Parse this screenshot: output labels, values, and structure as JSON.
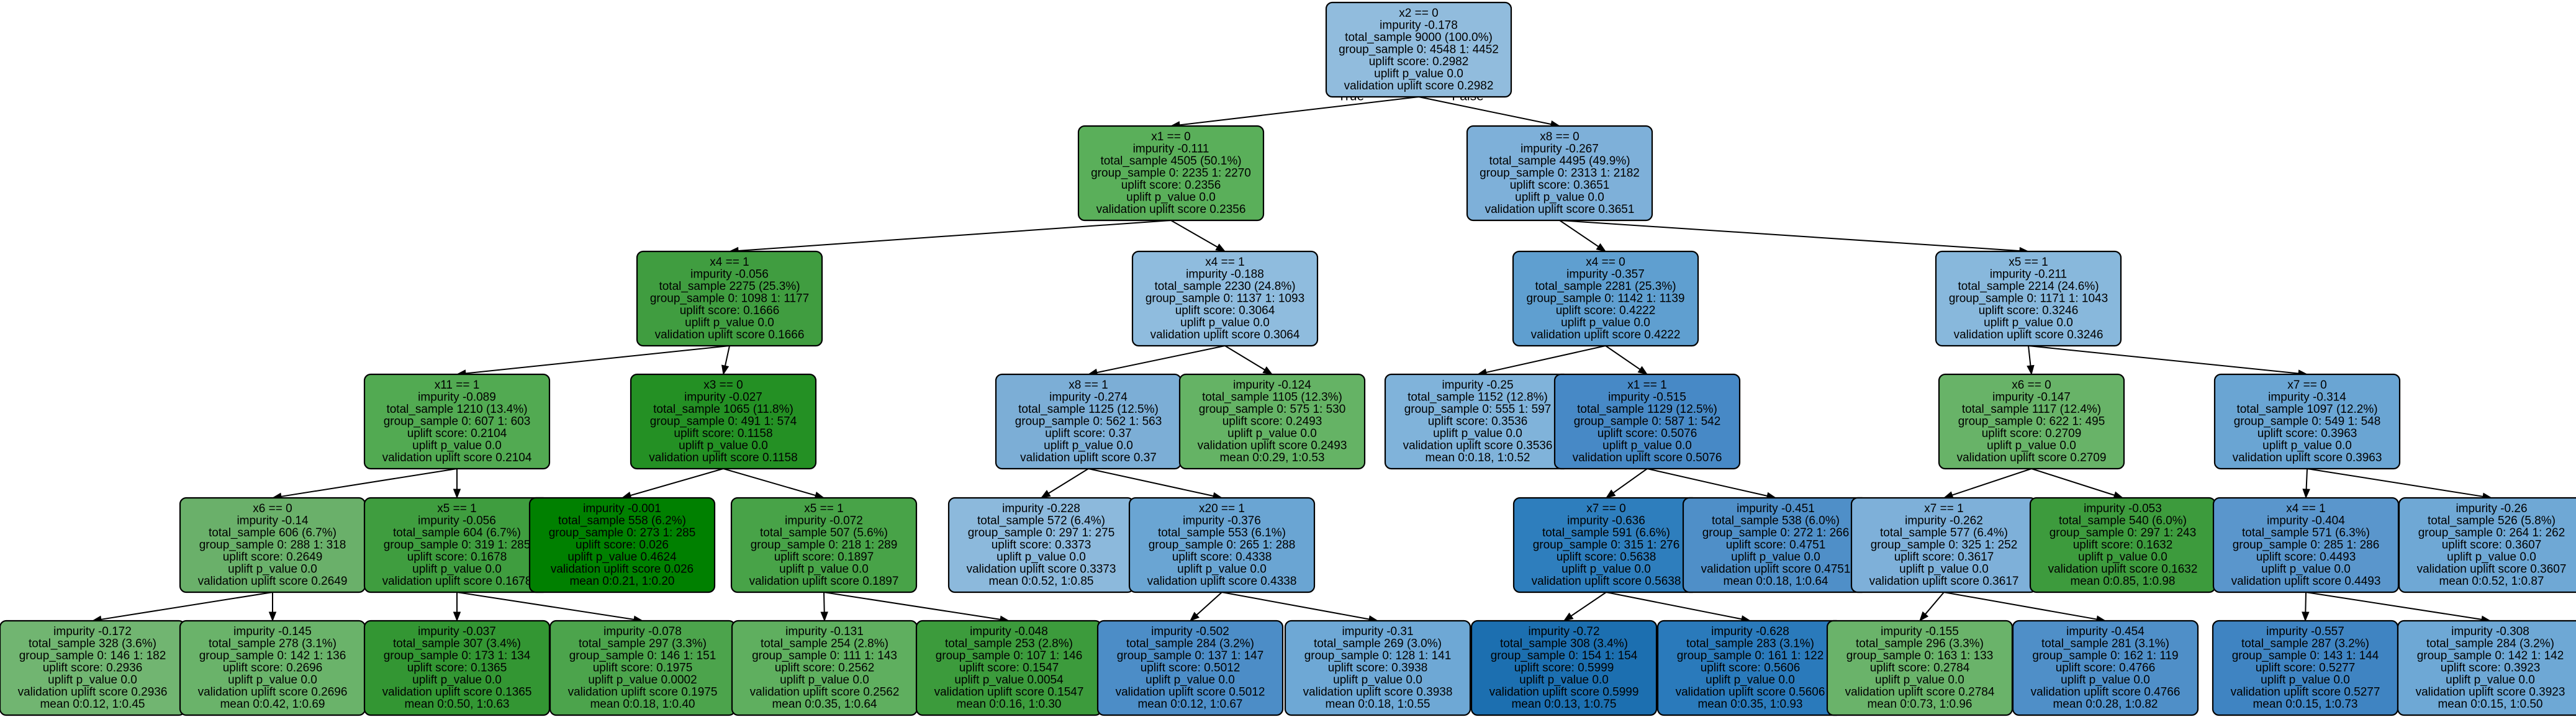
{
  "diagram": {
    "type": "uplift-decision-tree",
    "nodes": [
      {
        "id": "n0",
        "color": "#91bcdd",
        "lines": [
          "x2 == 0",
          "impurity -0.178",
          "total_sample 9000 (100.0%)",
          "group_sample  0: 4548 1: 4452",
          "uplift score: 0.2982",
          "uplift p_value 0.0",
          "validation uplift score 0.2982"
        ]
      },
      {
        "id": "n1",
        "color": "#5aaf5a",
        "lines": [
          "x1 == 0",
          "impurity -0.111",
          "total_sample 4505 (50.1%)",
          "group_sample  0: 2235 1: 2270",
          "uplift score: 0.2356",
          "uplift p_value 0.0",
          "validation uplift score 0.2356"
        ]
      },
      {
        "id": "n2",
        "color": "#7eb0d9",
        "lines": [
          "x8 == 0",
          "impurity -0.267",
          "total_sample 4495 (49.9%)",
          "group_sample  0: 2313 1: 2182",
          "uplift score: 0.3651",
          "uplift p_value 0.0",
          "validation uplift score 0.3651"
        ]
      },
      {
        "id": "n3",
        "color": "#409d40",
        "lines": [
          "x4 == 1",
          "impurity -0.056",
          "total_sample 2275 (25.3%)",
          "group_sample  0: 1098 1: 1177",
          "uplift score: 0.1666",
          "uplift p_value 0.0",
          "validation uplift score 0.1666"
        ]
      },
      {
        "id": "n4",
        "color": "#8fbcde",
        "lines": [
          "x4 == 1",
          "impurity -0.188",
          "total_sample 2230 (24.8%)",
          "group_sample  0: 1137 1: 1093",
          "uplift score: 0.3064",
          "uplift p_value 0.0",
          "validation uplift score 0.3064"
        ]
      },
      {
        "id": "n5",
        "color": "#5f9fd0",
        "lines": [
          "x4 == 0",
          "impurity -0.357",
          "total_sample 2281 (25.3%)",
          "group_sample  0: 1142 1: 1139",
          "uplift score: 0.4222",
          "uplift p_value 0.0",
          "validation uplift score 0.4222"
        ]
      },
      {
        "id": "n6",
        "color": "#88b8dc",
        "lines": [
          "x5 == 1",
          "impurity -0.211",
          "total_sample 2214 (24.6%)",
          "group_sample  0: 1171 1: 1043",
          "uplift score: 0.3246",
          "uplift p_value 0.0",
          "validation uplift score 0.3246"
        ]
      },
      {
        "id": "n7",
        "color": "#52aa52",
        "lines": [
          "x11 == 1",
          "impurity -0.089",
          "total_sample 1210 (13.4%)",
          "group_sample  0: 607 1: 603",
          "uplift score: 0.2104",
          "uplift p_value 0.0",
          "validation uplift score 0.2104"
        ]
      },
      {
        "id": "n8",
        "color": "#249024",
        "lines": [
          "x3 == 0",
          "impurity -0.027",
          "total_sample 1065 (11.8%)",
          "group_sample  0: 491 1: 574",
          "uplift score: 0.1158",
          "uplift p_value 0.0",
          "validation uplift score 0.1158"
        ]
      },
      {
        "id": "n9",
        "color": "#7caed6",
        "lines": [
          "x8 == 1",
          "impurity -0.274",
          "total_sample 1125 (12.5%)",
          "group_sample  0: 562 1: 563",
          "uplift score: 0.37",
          "uplift p_value 0.0",
          "validation uplift score 0.37"
        ]
      },
      {
        "id": "n10",
        "color": "#65b365",
        "lines": [
          "impurity -0.124",
          "total_sample 1105 (12.3%)",
          "group_sample  0: 575 1: 530",
          "uplift score: 0.2493",
          "uplift p_value 0.0",
          "validation uplift score 0.2493",
          "mean 0:0.29, 1:0.53"
        ]
      },
      {
        "id": "n11",
        "color": "#80b3da",
        "lines": [
          "impurity -0.25",
          "total_sample 1152 (12.8%)",
          "group_sample  0: 555 1: 597",
          "uplift score: 0.3536",
          "uplift p_value 0.0",
          "validation uplift score 0.3536",
          "mean 0:0.18, 1:0.52"
        ]
      },
      {
        "id": "n12",
        "color": "#4789c6",
        "lines": [
          "x1 == 1",
          "impurity -0.515",
          "total_sample 1129 (12.5%)",
          "group_sample  0: 587 1: 542",
          "uplift score: 0.5076",
          "uplift p_value 0.0",
          "validation uplift score 0.5076"
        ]
      },
      {
        "id": "n13",
        "color": "#68b368",
        "lines": [
          "x6 == 0",
          "impurity -0.147",
          "total_sample 1117 (12.4%)",
          "group_sample  0: 622 1: 495",
          "uplift score: 0.2709",
          "uplift p_value 0.0",
          "validation uplift score 0.2709"
        ]
      },
      {
        "id": "n14",
        "color": "#6aa5d3",
        "lines": [
          "x7 == 0",
          "impurity -0.314",
          "total_sample 1097 (12.2%)",
          "group_sample  0: 549 1: 548",
          "uplift score: 0.3963",
          "uplift p_value 0.0",
          "validation uplift score 0.3963"
        ]
      },
      {
        "id": "n15",
        "color": "#6ab06a",
        "lines": [
          "x6 == 0",
          "impurity -0.14",
          "total_sample 606 (6.7%)",
          "group_sample  0: 288 1: 318",
          "uplift score: 0.2649",
          "uplift p_value 0.0",
          "validation uplift score 0.2649"
        ]
      },
      {
        "id": "n16",
        "color": "#3f9d3f",
        "lines": [
          "x5 == 1",
          "impurity -0.056",
          "total_sample 604 (6.7%)",
          "group_sample  0: 319 1: 285",
          "uplift score: 0.1678",
          "uplift p_value 0.0",
          "validation uplift score 0.1678"
        ]
      },
      {
        "id": "n17",
        "color": "#008000",
        "lines": [
          "impurity -0.001",
          "total_sample 558 (6.2%)",
          "group_sample  0: 273 1: 285",
          "uplift score: 0.026",
          "uplift p_value 0.4624",
          "validation uplift score 0.026",
          "mean 0:0.21, 1:0.20"
        ]
      },
      {
        "id": "n18",
        "color": "#48a348",
        "lines": [
          "x5 == 1",
          "impurity -0.072",
          "total_sample 507 (5.6%)",
          "group_sample  0: 218 1: 289",
          "uplift score: 0.1897",
          "uplift p_value 0.0",
          "validation uplift score 0.1897"
        ]
      },
      {
        "id": "n19",
        "color": "#8cb9dc",
        "lines": [
          "impurity -0.228",
          "total_sample 572 (6.4%)",
          "group_sample  0: 297 1: 275",
          "uplift score: 0.3373",
          "uplift p_value 0.0",
          "validation uplift score 0.3373",
          "mean 0:0.52, 1:0.85"
        ]
      },
      {
        "id": "n20",
        "color": "#6aa5d3",
        "lines": [
          "x20 == 1",
          "impurity -0.376",
          "total_sample 553 (6.1%)",
          "group_sample  0: 265 1: 288",
          "uplift score: 0.4338",
          "uplift p_value 0.0",
          "validation uplift score 0.4338"
        ]
      },
      {
        "id": "n21",
        "color": "#2e7ebd",
        "lines": [
          "x7 == 0",
          "impurity -0.636",
          "total_sample 591 (6.6%)",
          "group_sample  0: 315 1: 276",
          "uplift score: 0.5638",
          "uplift p_value 0.0",
          "validation uplift score 0.5638"
        ]
      },
      {
        "id": "n22",
        "color": "#4f8fc8",
        "lines": [
          "impurity -0.451",
          "total_sample 538 (6.0%)",
          "group_sample  0: 272 1: 266",
          "uplift score: 0.4751",
          "uplift p_value 0.0",
          "validation uplift score 0.4751",
          "mean 0:0.18, 1:0.64"
        ]
      },
      {
        "id": "n23",
        "color": "#7eb0d9",
        "lines": [
          "x7 == 1",
          "impurity -0.262",
          "total_sample 577 (6.4%)",
          "group_sample  0: 325 1: 252",
          "uplift score: 0.3617",
          "uplift p_value 0.0",
          "validation uplift score 0.3617"
        ]
      },
      {
        "id": "n24",
        "color": "#3d9b3d",
        "lines": [
          "impurity -0.053",
          "total_sample 540 (6.0%)",
          "group_sample  0: 297 1: 243",
          "uplift score: 0.1632",
          "uplift p_value 0.0",
          "validation uplift score 0.1632",
          "mean 0:0.85, 1:0.98"
        ]
      },
      {
        "id": "n25",
        "color": "#5a96cc",
        "lines": [
          "x4 == 1",
          "impurity -0.404",
          "total_sample 571 (6.3%)",
          "group_sample  0: 285 1: 286",
          "uplift score: 0.4493",
          "uplift p_value 0.0",
          "validation uplift score 0.4493"
        ]
      },
      {
        "id": "n26",
        "color": "#6fa8d5",
        "lines": [
          "impurity -0.26",
          "total_sample 526 (5.8%)",
          "group_sample  0: 264 1: 262",
          "uplift score: 0.3607",
          "uplift p_value 0.0",
          "validation uplift score 0.3607",
          "mean 0:0.52, 1:0.87"
        ]
      },
      {
        "id": "n27",
        "color": "#71b571",
        "lines": [
          "impurity -0.172",
          "total_sample 328 (3.6%)",
          "group_sample  0: 146 1: 182",
          "uplift score: 0.2936",
          "uplift p_value 0.0",
          "validation uplift score 0.2936",
          "mean 0:0.12, 1:0.45"
        ]
      },
      {
        "id": "n28",
        "color": "#6ab36a",
        "lines": [
          "impurity -0.145",
          "total_sample 278 (3.1%)",
          "group_sample  0: 142 1: 136",
          "uplift score: 0.2696",
          "uplift p_value 0.0",
          "validation uplift score 0.2696",
          "mean 0:0.42, 1:0.69"
        ]
      },
      {
        "id": "n29",
        "color": "#339633",
        "lines": [
          "impurity -0.037",
          "total_sample 307 (3.4%)",
          "group_sample  0: 173 1: 134",
          "uplift score: 0.1365",
          "uplift p_value 0.0",
          "validation uplift score 0.1365",
          "mean 0:0.50, 1:0.63"
        ]
      },
      {
        "id": "n30",
        "color": "#4ca44c",
        "lines": [
          "impurity -0.078",
          "total_sample 297 (3.3%)",
          "group_sample  0: 146 1: 151",
          "uplift score: 0.1975",
          "uplift p_value 0.0002",
          "validation uplift score 0.1975",
          "mean 0:0.18, 1:0.40"
        ]
      },
      {
        "id": "n31",
        "color": "#5faf5f",
        "lines": [
          "impurity -0.131",
          "total_sample 254 (2.8%)",
          "group_sample  0: 111 1: 143",
          "uplift score: 0.2562",
          "uplift p_value 0.0",
          "validation uplift score 0.2562",
          "mean 0:0.35, 1:0.64"
        ]
      },
      {
        "id": "n32",
        "color": "#3c9b3c",
        "lines": [
          "impurity -0.048",
          "total_sample 253 (2.8%)",
          "group_sample  0: 107 1: 146",
          "uplift score: 0.1547",
          "uplift p_value 0.0054",
          "validation uplift score 0.1547",
          "mean 0:0.16, 1:0.30"
        ]
      },
      {
        "id": "n33",
        "color": "#4c8dc7",
        "lines": [
          "impurity -0.502",
          "total_sample 284 (3.2%)",
          "group_sample  0: 137 1: 147",
          "uplift score: 0.5012",
          "uplift p_value 0.0",
          "validation uplift score 0.5012",
          "mean 0:0.12, 1:0.67"
        ]
      },
      {
        "id": "n34",
        "color": "#6ea8d5",
        "lines": [
          "impurity -0.31",
          "total_sample 269 (3.0%)",
          "group_sample  0: 128 1: 141",
          "uplift score: 0.3938",
          "uplift p_value 0.0",
          "validation uplift score 0.3938",
          "mean 0:0.18, 1:0.55"
        ]
      },
      {
        "id": "n35",
        "color": "#1c6fb0",
        "lines": [
          "impurity -0.72",
          "total_sample 308 (3.4%)",
          "group_sample  0: 154 1: 154",
          "uplift score: 0.5999",
          "uplift p_value 0.0",
          "validation uplift score 0.5999",
          "mean 0:0.13, 1:0.75"
        ]
      },
      {
        "id": "n36",
        "color": "#2a7abb",
        "lines": [
          "impurity -0.628",
          "total_sample 283 (3.1%)",
          "group_sample  0: 161 1: 122",
          "uplift score: 0.5606",
          "uplift p_value 0.0",
          "validation uplift score 0.5606",
          "mean 0:0.35, 1:0.93"
        ]
      },
      {
        "id": "n37",
        "color": "#6ab36a",
        "lines": [
          "impurity -0.155",
          "total_sample 296 (3.3%)",
          "group_sample  0: 163 1: 133",
          "uplift score: 0.2784",
          "uplift p_value 0.0",
          "validation uplift score 0.2784",
          "mean 0:0.73, 1:0.96"
        ]
      },
      {
        "id": "n38",
        "color": "#4f8fc8",
        "lines": [
          "impurity -0.454",
          "total_sample 281 (3.1%)",
          "group_sample  0: 162 1: 119",
          "uplift score: 0.4766",
          "uplift p_value 0.0",
          "validation uplift score 0.4766",
          "mean 0:0.28, 1:0.82"
        ]
      },
      {
        "id": "n39",
        "color": "#3f84c2",
        "lines": [
          "impurity -0.557",
          "total_sample 287 (3.2%)",
          "group_sample  0: 143 1: 144",
          "uplift score: 0.5277",
          "uplift p_value 0.0",
          "validation uplift score 0.5277",
          "mean 0:0.15, 1:0.73"
        ]
      },
      {
        "id": "n40",
        "color": "#6ea8d5",
        "lines": [
          "impurity -0.308",
          "total_sample 284 (3.2%)",
          "group_sample  0: 142 1: 142",
          "uplift score: 0.3923",
          "uplift p_value 0.0",
          "validation uplift score 0.3923",
          "mean 0:0.15, 1:0.50"
        ]
      }
    ],
    "edges": [
      {
        "from": "n0",
        "to": "n1",
        "label": "True"
      },
      {
        "from": "n0",
        "to": "n2",
        "label": "False"
      },
      {
        "from": "n1",
        "to": "n3",
        "label": ""
      },
      {
        "from": "n1",
        "to": "n4",
        "label": ""
      },
      {
        "from": "n2",
        "to": "n5",
        "label": ""
      },
      {
        "from": "n2",
        "to": "n6",
        "label": ""
      },
      {
        "from": "n3",
        "to": "n7",
        "label": ""
      },
      {
        "from": "n3",
        "to": "n8",
        "label": ""
      },
      {
        "from": "n4",
        "to": "n9",
        "label": ""
      },
      {
        "from": "n4",
        "to": "n10",
        "label": ""
      },
      {
        "from": "n5",
        "to": "n11",
        "label": ""
      },
      {
        "from": "n5",
        "to": "n12",
        "label": ""
      },
      {
        "from": "n6",
        "to": "n13",
        "label": ""
      },
      {
        "from": "n6",
        "to": "n14",
        "label": ""
      },
      {
        "from": "n7",
        "to": "n15",
        "label": ""
      },
      {
        "from": "n7",
        "to": "n16",
        "label": ""
      },
      {
        "from": "n8",
        "to": "n17",
        "label": ""
      },
      {
        "from": "n8",
        "to": "n18",
        "label": ""
      },
      {
        "from": "n9",
        "to": "n19",
        "label": ""
      },
      {
        "from": "n9",
        "to": "n20",
        "label": ""
      },
      {
        "from": "n12",
        "to": "n21",
        "label": ""
      },
      {
        "from": "n12",
        "to": "n22",
        "label": ""
      },
      {
        "from": "n13",
        "to": "n23",
        "label": ""
      },
      {
        "from": "n13",
        "to": "n24",
        "label": ""
      },
      {
        "from": "n14",
        "to": "n25",
        "label": ""
      },
      {
        "from": "n14",
        "to": "n26",
        "label": ""
      },
      {
        "from": "n15",
        "to": "n27",
        "label": ""
      },
      {
        "from": "n15",
        "to": "n28",
        "label": ""
      },
      {
        "from": "n16",
        "to": "n29",
        "label": ""
      },
      {
        "from": "n16",
        "to": "n30",
        "label": ""
      },
      {
        "from": "n18",
        "to": "n31",
        "label": ""
      },
      {
        "from": "n18",
        "to": "n32",
        "label": ""
      },
      {
        "from": "n20",
        "to": "n33",
        "label": ""
      },
      {
        "from": "n20",
        "to": "n34",
        "label": ""
      },
      {
        "from": "n21",
        "to": "n35",
        "label": ""
      },
      {
        "from": "n21",
        "to": "n36",
        "label": ""
      },
      {
        "from": "n23",
        "to": "n37",
        "label": ""
      },
      {
        "from": "n23",
        "to": "n38",
        "label": ""
      },
      {
        "from": "n25",
        "to": "n39",
        "label": ""
      },
      {
        "from": "n25",
        "to": "n40",
        "label": ""
      }
    ]
  }
}
